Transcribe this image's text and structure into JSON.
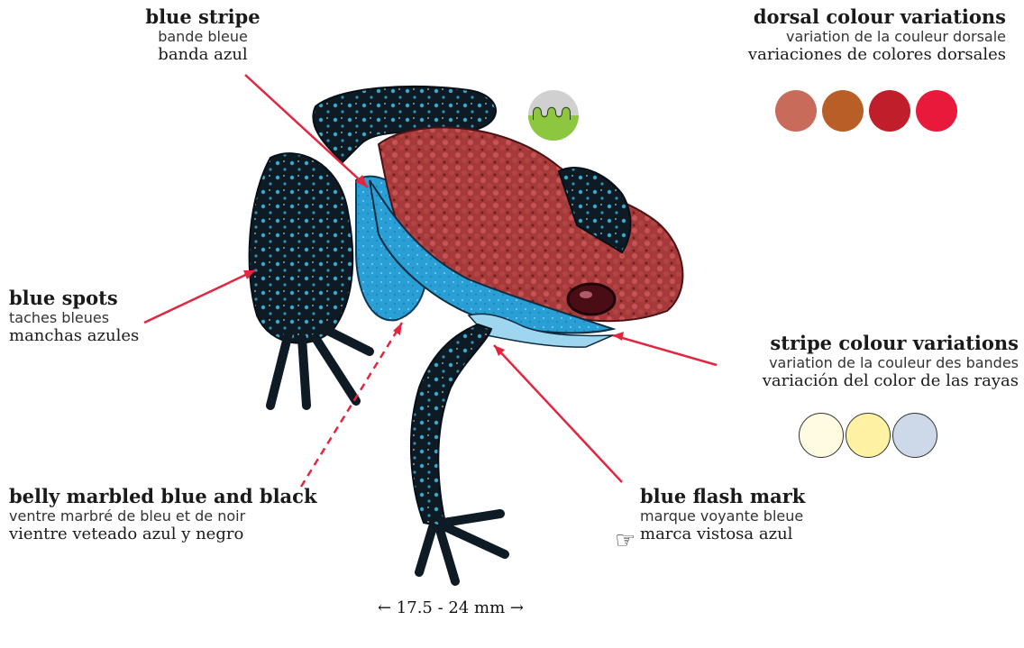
{
  "labels": {
    "blue_stripe": {
      "en": "blue stripe",
      "fr": "bande bleue",
      "es": "banda azul"
    },
    "dorsal": {
      "en": "dorsal colour variations",
      "fr": "variation de la couleur dorsale",
      "es": "variaciones de colores dorsales"
    },
    "blue_spots": {
      "en": "blue spots",
      "fr": "taches bleues",
      "es": "manchas azules"
    },
    "stripe_colour": {
      "en": "stripe colour variations",
      "fr": "variation de la couleur des bandes",
      "es": "variación del color de las rayas"
    },
    "belly": {
      "en": "belly marbled blue and black",
      "fr": "ventre marbré de bleu et de noir",
      "es": "vientre veteado azul y negro"
    },
    "flash": {
      "en": "blue flash mark",
      "fr": "marque voyante bleue",
      "es": "marca vistosa azul"
    }
  },
  "scale": "← 17.5 - 24 mm →",
  "pointer_glyph": "☞",
  "dorsal_colors": [
    "#c96b5a",
    "#b85f27",
    "#bf1e2a",
    "#e8193a"
  ],
  "stripe_colors": [
    "#fffbe3",
    "#fff3a3",
    "#cdd9e8"
  ],
  "accent_line_color": "#e3263f"
}
